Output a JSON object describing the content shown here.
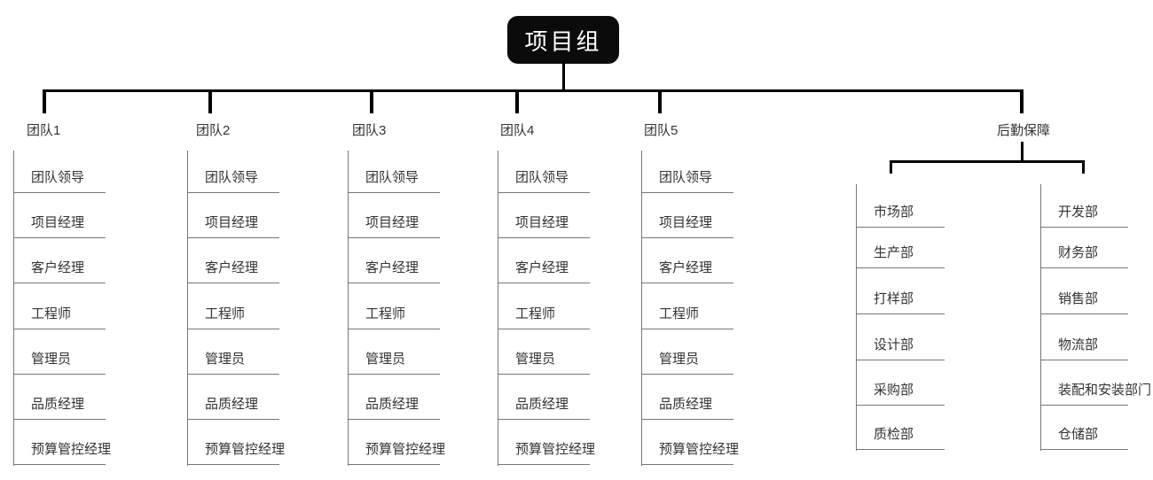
{
  "root": {
    "label": "项目组"
  },
  "teams": [
    {
      "label": "团队1",
      "items": [
        "团队领导",
        "项目经理",
        "客户经理",
        "工程师",
        "管理员",
        "品质经理",
        "预算管控经理"
      ]
    },
    {
      "label": "团队2",
      "items": [
        "团队领导",
        "项目经理",
        "客户经理",
        "工程师",
        "管理员",
        "品质经理",
        "预算管控经理"
      ]
    },
    {
      "label": "团队3",
      "items": [
        "团队领导",
        "项目经理",
        "客户经理",
        "工程师",
        "管理员",
        "品质经理",
        "预算管控经理"
      ]
    },
    {
      "label": "团队4",
      "items": [
        "团队领导",
        "项目经理",
        "客户经理",
        "工程师",
        "管理员",
        "品质经理",
        "预算管控经理"
      ]
    },
    {
      "label": "团队5",
      "items": [
        "团队领导",
        "项目经理",
        "客户经理",
        "工程师",
        "管理员",
        "品质经理",
        "预算管控经理"
      ]
    }
  ],
  "logistics": {
    "label": "后勤保障",
    "left_items": [
      "市场部",
      "生产部",
      "打样部",
      "设计部",
      "采购部",
      "质检部"
    ],
    "right_items": [
      "开发部",
      "财务部",
      "销售部",
      "物流部",
      "装配和安装部门",
      "仓储部"
    ]
  },
  "colors": {
    "connector": "#000000",
    "rail": "#777777",
    "text": "#333333",
    "root_bg": "#0b0b0b",
    "root_text": "#ffffff"
  }
}
